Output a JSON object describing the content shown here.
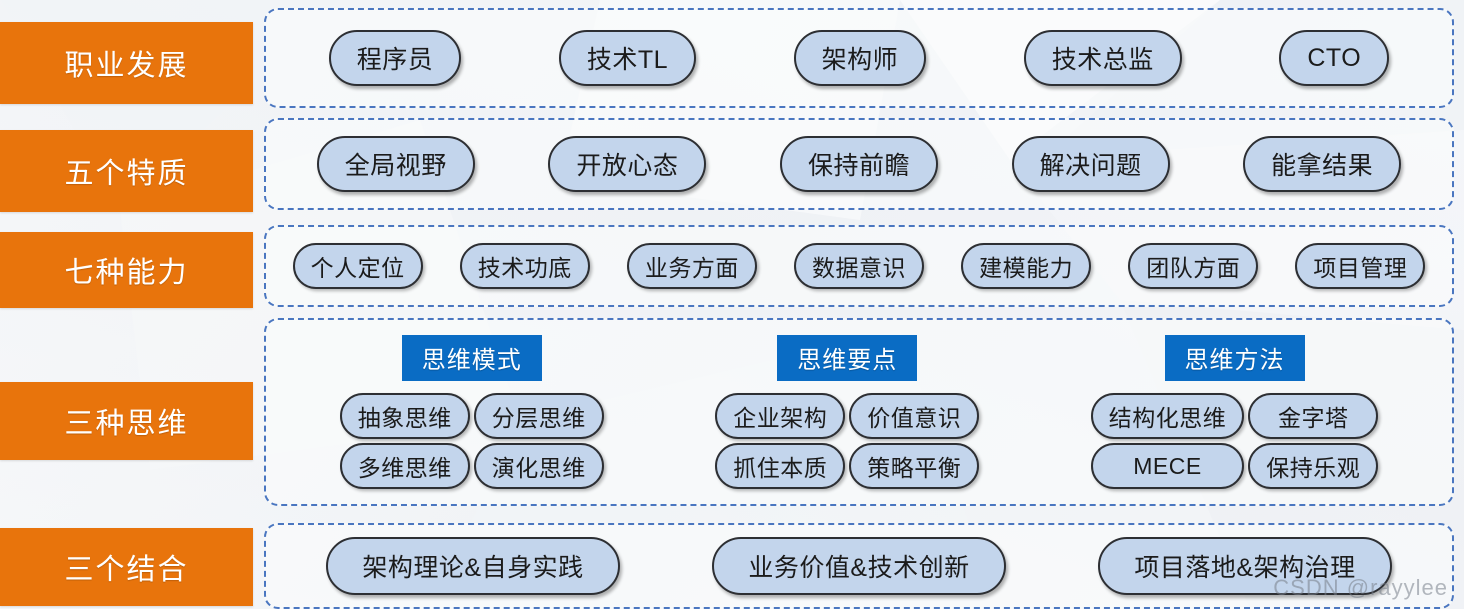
{
  "theme": {
    "label_bg": "#e8740c",
    "label_text": "#ffffff",
    "panel_border": "#4a76c0",
    "pill_bg": "#c3d5ec",
    "pill_border": "#2d2f33",
    "group_title_bg": "#0a6cc4",
    "background": "#f7f8fa"
  },
  "rows": [
    {
      "label": "职业发展",
      "items": [
        "程序员",
        "技术TL",
        "架构师",
        "技术总监",
        "CTO"
      ]
    },
    {
      "label": "五个特质",
      "items": [
        "全局视野",
        "开放心态",
        "保持前瞻",
        "解决问题",
        "能拿结果"
      ]
    },
    {
      "label": "七种能力",
      "items": [
        "个人定位",
        "技术功底",
        "业务方面",
        "数据意识",
        "建模能力",
        "团队方面",
        "项目管理"
      ]
    },
    {
      "label": "三种思维",
      "groups": [
        {
          "title": "思维模式",
          "items": [
            "抽象思维",
            "分层思维",
            "多维思维",
            "演化思维"
          ]
        },
        {
          "title": "思维要点",
          "items": [
            "企业架构",
            "价值意识",
            "抓住本质",
            "策略平衡"
          ]
        },
        {
          "title": "思维方法",
          "items": [
            "结构化思维",
            "金字塔",
            "MECE",
            "保持乐观"
          ]
        }
      ]
    },
    {
      "label": "三个结合",
      "items": [
        "架构理论&自身实践",
        "业务价值&技术创新",
        "项目落地&架构治理"
      ]
    }
  ],
  "watermark": "CSDN @rayylee"
}
